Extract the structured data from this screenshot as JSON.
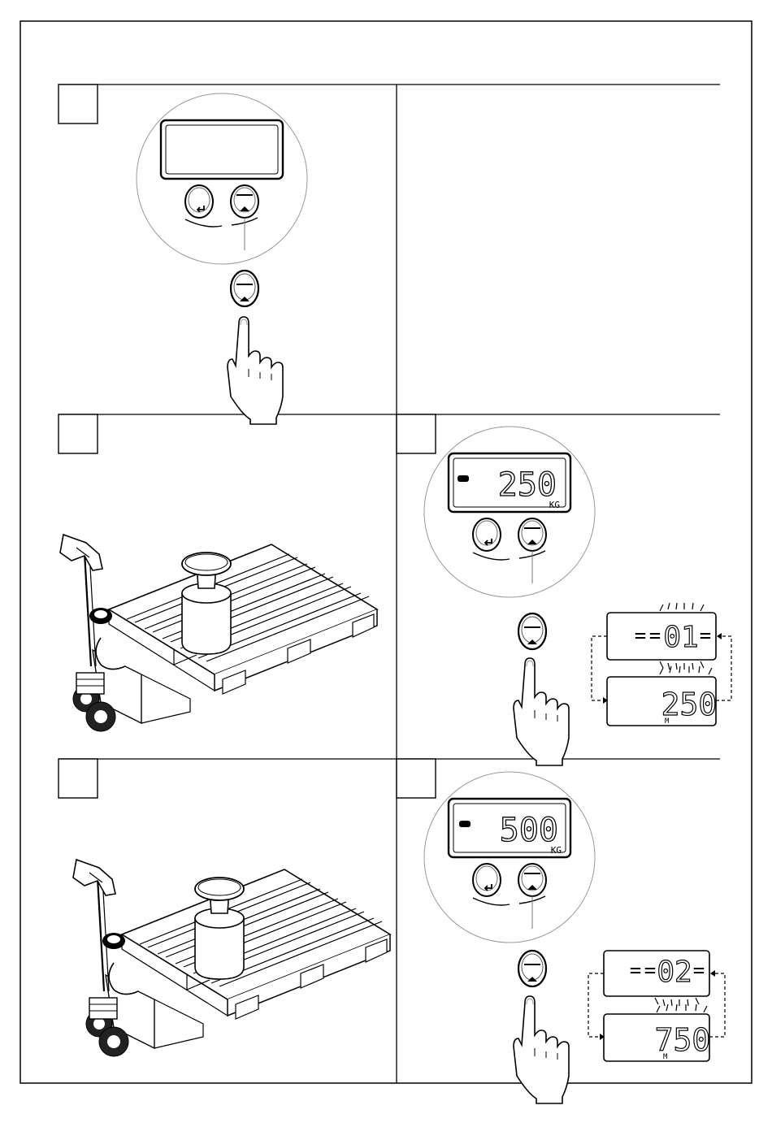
{
  "page": {
    "steps": [
      {
        "id": "step-1",
        "label": ""
      },
      {
        "id": "step-2",
        "label": ""
      },
      {
        "id": "step-3",
        "label": ""
      },
      {
        "id": "step-4",
        "label": ""
      },
      {
        "id": "step-5",
        "label": ""
      }
    ]
  },
  "panel_3": {
    "display_value": "250",
    "unit": "KG",
    "step_value": "01",
    "entered_value": "250",
    "mode_mark": "M"
  },
  "panel_5": {
    "display_value": "500",
    "unit": "KG",
    "step_value": "02",
    "entered_value": "750",
    "mode_mark": "M"
  },
  "icons": {
    "enter_button": "enter-arrow-icon",
    "up_button": "up-arrow-icon",
    "hand": "pointing-hand-icon"
  }
}
